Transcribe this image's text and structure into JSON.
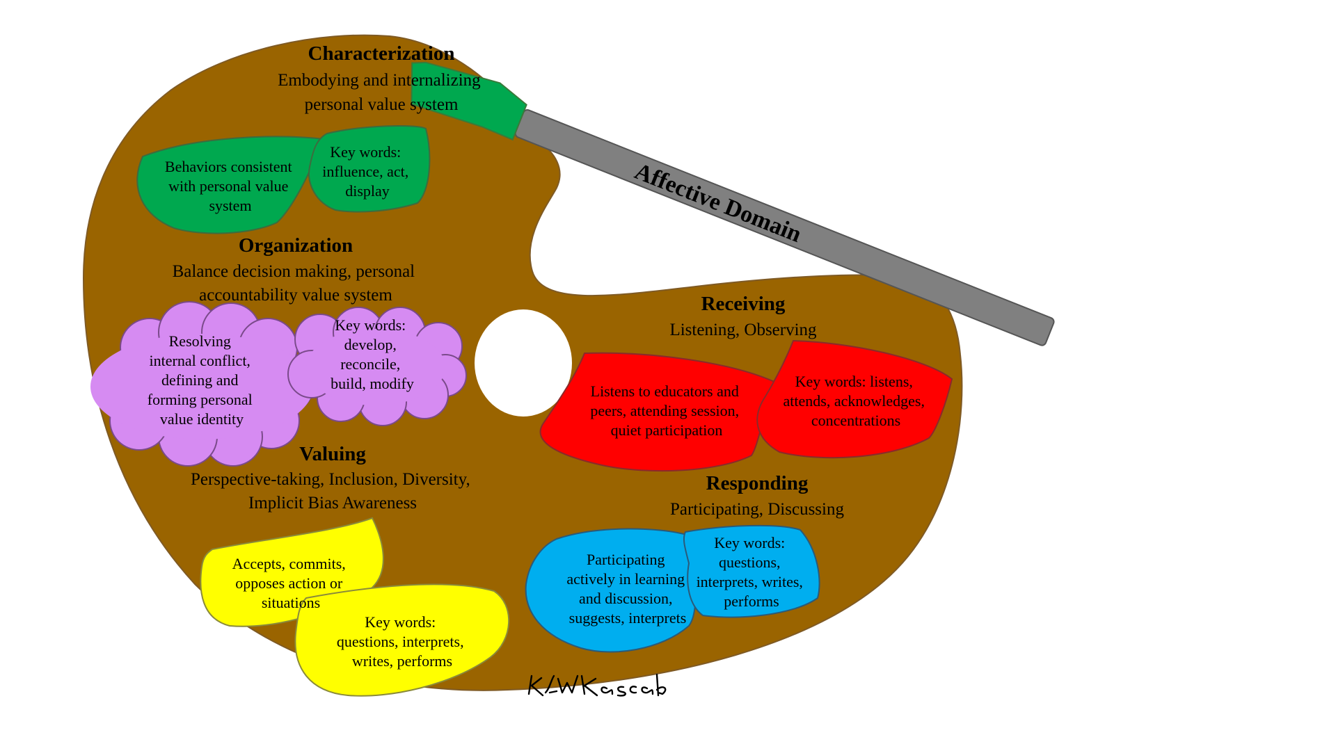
{
  "colors": {
    "palette": "#9A6400",
    "palette_stroke": "#7F5A24",
    "hole": "#FFFFFF",
    "green": "#00A84F",
    "purple": "#D68BF2",
    "yellow": "#FFFF00",
    "red": "#FF0000",
    "blue": "#00AEEF",
    "brush_handle": "#808080"
  },
  "brush": {
    "label": "Affective Domain"
  },
  "levels": {
    "characterization": {
      "title": "Characterization",
      "subtitle_lines": [
        "Embodying and internalizing",
        "personal value system"
      ],
      "behavior_lines": [
        "Behaviors consistent",
        "with personal value",
        "system"
      ],
      "keywords_lines": [
        "Key words:",
        "influence, act,",
        "display"
      ]
    },
    "organization": {
      "title": "Organization",
      "subtitle_lines": [
        "Balance decision making, personal",
        "accountability value system"
      ],
      "behavior_lines": [
        "Resolving",
        "internal conflict,",
        "defining and",
        "forming personal",
        "value identity"
      ],
      "keywords_lines": [
        "Key words:",
        "develop,",
        "reconcile,",
        "build, modify"
      ]
    },
    "valuing": {
      "title": "Valuing",
      "subtitle_lines": [
        "Perspective-taking, Inclusion, Diversity,",
        "Implicit Bias Awareness"
      ],
      "behavior_lines": [
        "Accepts, commits,",
        "opposes action or",
        "situations"
      ],
      "keywords_lines": [
        "Key words:",
        "questions, interprets,",
        "writes, performs"
      ]
    },
    "receiving": {
      "title": "Receiving",
      "subtitle_lines": [
        "Listening, Observing"
      ],
      "behavior_lines": [
        "Listens to educators and",
        "peers, attending session,",
        "quiet participation"
      ],
      "keywords_lines": [
        "Key words: listens,",
        "attends, acknowledges,",
        "concentrations"
      ]
    },
    "responding": {
      "title": "Responding",
      "subtitle_lines": [
        "Participating, Discussing"
      ],
      "behavior_lines": [
        "Participating",
        "actively in learning",
        "and discussion,",
        "suggests, interprets"
      ],
      "keywords_lines": [
        "Key words:",
        "questions,",
        "interprets, writes,",
        "performs"
      ]
    }
  }
}
